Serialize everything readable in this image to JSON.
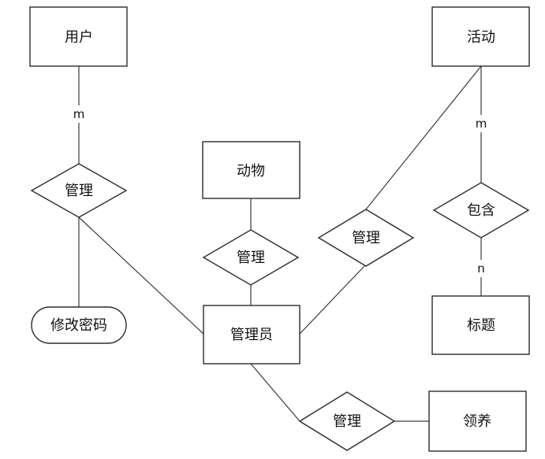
{
  "diagram": {
    "entities": {
      "user": "用户",
      "activity": "活动",
      "animal": "动物",
      "admin": "管理员",
      "title": "标题",
      "adopt": "领养"
    },
    "relations": {
      "manage_user": "管理",
      "manage_animal": "管理",
      "manage_activity": "管理",
      "contains": "包含",
      "manage_adopt": "管理"
    },
    "attributes": {
      "change_password": "修改密码"
    },
    "cardinalities": {
      "user_m": "m",
      "activity_m": "m",
      "title_n": "n"
    }
  }
}
